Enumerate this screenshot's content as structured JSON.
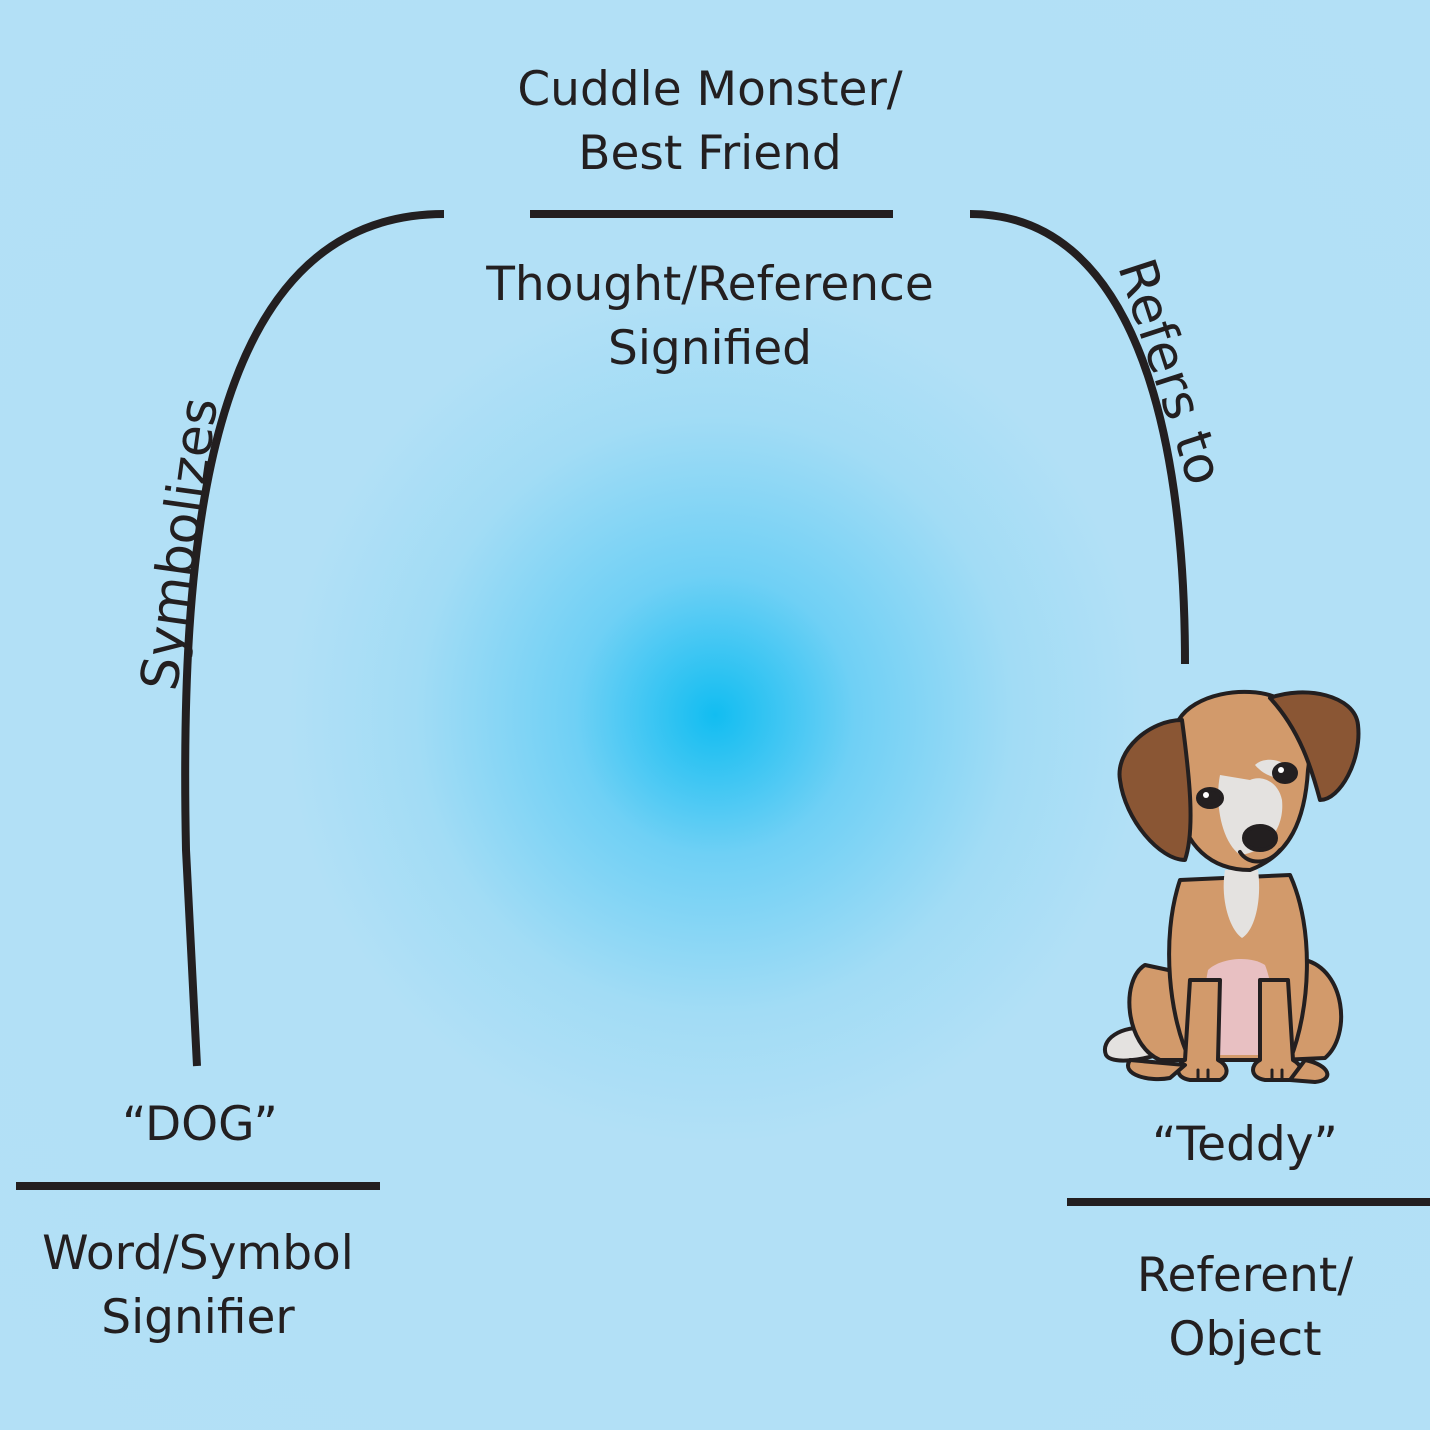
{
  "top": {
    "above_line": [
      "Cuddle Monster/",
      "Best Friend"
    ],
    "below_line": [
      "Thought/Reference",
      "Signified"
    ]
  },
  "left": {
    "above_line": "“DOG”",
    "below_line": [
      "Word/Symbol",
      "Signifier"
    ],
    "edge_label": "Symbolizes"
  },
  "right": {
    "above_line": "“Teddy”",
    "below_line": [
      "Referent/",
      "Object"
    ],
    "edge_label": "Refers to"
  },
  "colors": {
    "background": "#b3e0f6",
    "center_glow": "#12bdf1",
    "line": "#231f20",
    "dog_fur": "#d29a6b",
    "dog_ears": "#8a5634",
    "dog_white": "#e4e2e0",
    "dog_belly": "#e8c0c2"
  },
  "icons": [
    "dog-illustration-icon"
  ]
}
